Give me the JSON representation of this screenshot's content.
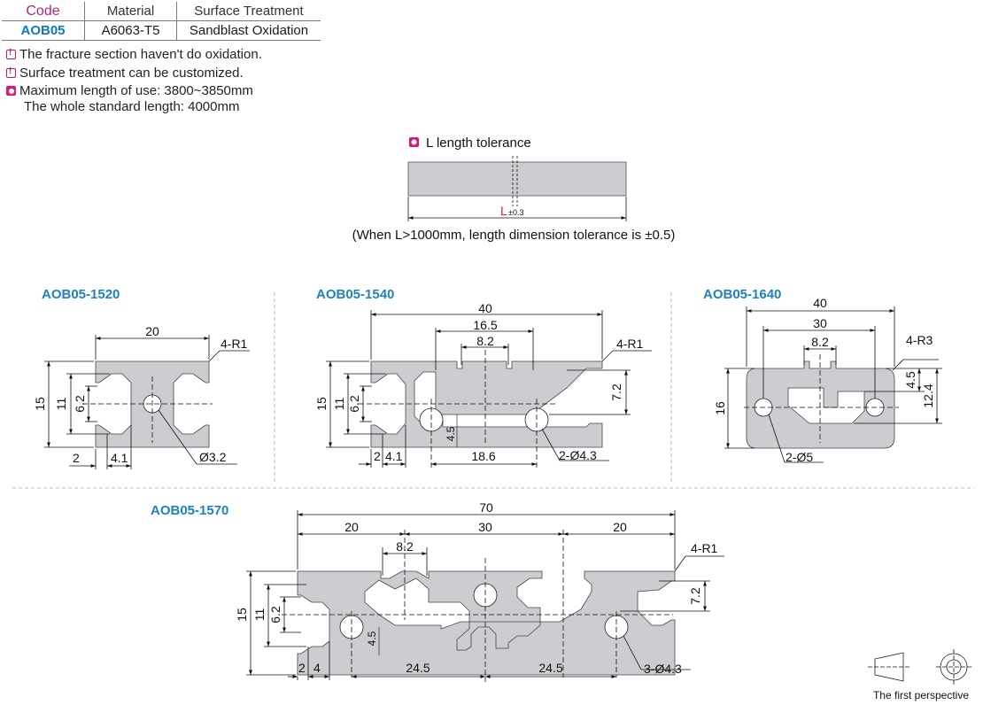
{
  "spec_table": {
    "headers": [
      "Code",
      "Material",
      "Surface Treatment"
    ],
    "row": [
      "AOB05",
      "A6063-T5",
      "Sandblast Oxidation"
    ]
  },
  "notes": {
    "fracture": "The fracture section haven't do oxidation.",
    "custom": "Surface treatment can be customized.",
    "max_length": "Maximum length of use: 3800~3850mm",
    "standard_length": "The  whole standard length: 4000mm"
  },
  "tolerance": {
    "title": "L length tolerance",
    "symbol": "L",
    "value": "±0.3",
    "note": "(When L>1000mm, length dimension tolerance is ±0.5)"
  },
  "profiles": {
    "p1520": {
      "title": "AOB05-1520",
      "dims": {
        "width": "20",
        "radius": "4-R1",
        "height": "15",
        "slot": "11",
        "inner": "6.2",
        "left": "2",
        "offset": "4.1",
        "hole": "Ø3.2"
      }
    },
    "p1540": {
      "title": "AOB05-1540",
      "dims": {
        "width": "40",
        "inner_width": "16.5",
        "slot_width": "8.2",
        "radius": "4-R1",
        "height": "15",
        "slot": "11",
        "inner": "6.2",
        "right_height": "7.2",
        "hole_height": "4.5",
        "left": "2",
        "offset": "4.1",
        "pitch": "18.6",
        "holes": "2-Ø4.3"
      }
    },
    "p1640": {
      "title": "AOB05-1640",
      "dims": {
        "width": "40",
        "inner_width": "30",
        "slot_width": "8.2",
        "radius": "4-R3",
        "height": "16",
        "slot_depth": "4.5",
        "right_height": "12.4",
        "holes": "2-Ø5"
      }
    },
    "p1570": {
      "title": "AOB05-1570",
      "dims": {
        "width": "70",
        "left_width": "20",
        "mid_width": "30",
        "right_width": "20",
        "slot_width": "8.2",
        "radius": "4-R1",
        "height": "15",
        "slot": "11",
        "inner": "6.2",
        "right_height": "7.2",
        "hole_height": "4.5",
        "left": "2",
        "offset": "4",
        "pitch_left": "24.5",
        "pitch_right": "24.5",
        "holes": "3-Ø4.3"
      }
    }
  },
  "perspective": {
    "label": "The first perspective"
  },
  "colors": {
    "profile_fill": "#cbcdd0",
    "title_blue": "#1e82c0",
    "accent_magenta": "#c2187a"
  }
}
